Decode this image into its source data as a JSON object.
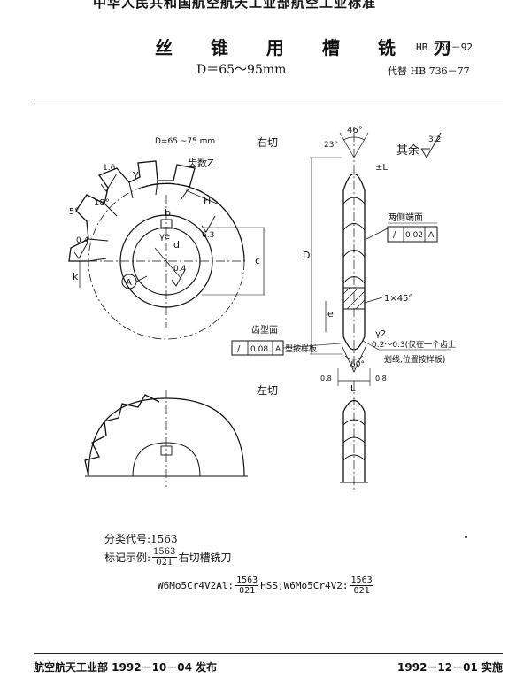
{
  "header": {
    "issuer_cut": "中华人民共和国航空航天工业部航空工业标准",
    "title": "丝 锥 用 槽 铣 刀",
    "subtitle": "D＝65～95mm",
    "std_no": "HB 736－92",
    "replaces": "代替 HB 736－77"
  },
  "drawing": {
    "range_note": "D=65 ~75 mm",
    "right_cut": "右切",
    "left_cut": "左切",
    "teeth": "齿数Z",
    "rest_rough": "其余",
    "rough_32": "3.2",
    "rough_16": "1.6",
    "rough_63": "6.3",
    "rough_04a": "0.4",
    "rough_04b": "0.4",
    "ang_5": "5°",
    "ang_18": "18°",
    "ang_46": "46°",
    "ang_23": "23°",
    "ang_60": "60°",
    "sym_gamma": "γ",
    "sym_gamma_e": "γe",
    "sym_gamma2": "γ2",
    "sym_H": "H",
    "sym_b": "b",
    "sym_d": "d",
    "sym_c": "c",
    "sym_D": "D",
    "sym_k": "k",
    "sym_e": "e",
    "sym_L": "L",
    "sym_A": "A",
    "sym_plusL": "±L",
    "chamfer": "1×45°",
    "both_faces": "两侧端面",
    "tol_sym": "/",
    "tol_002": "0.02",
    "tol_A": "A",
    "tol_008": "0.08",
    "profile_face": "齿型面",
    "per_template": "型按样板",
    "note_line1": "0.2～0.3(仅在一个齿上",
    "note_line2": "划线,位置按样板)",
    "r_08a": "0.8",
    "r_08b": "0.8"
  },
  "classification": "分类代号:1563",
  "example": {
    "label": "标记示例:",
    "num": "1563",
    "den": "021",
    "text": "右切槽铣刀"
  },
  "materials": {
    "m1": "W6Mo5Cr4V2Al:",
    "n1": "1563",
    "d1": "021",
    "m2": "HSS;W6Mo5Cr4V2:",
    "n2": "1563",
    "d2": "021"
  },
  "footer": {
    "issued": "航空航天工业部 1992－10－04 发布",
    "effective": "1992－12－01 实施"
  }
}
